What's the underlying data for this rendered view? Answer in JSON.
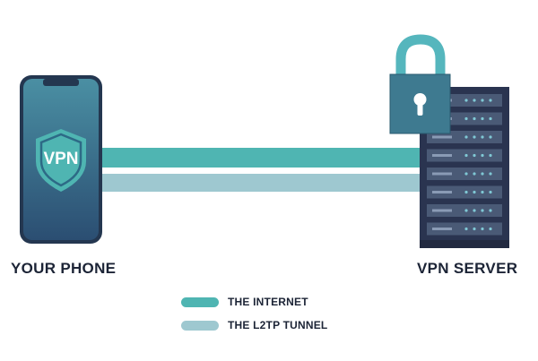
{
  "phone": {
    "shield_text": "VPN",
    "caption": "YOUR PHONE"
  },
  "server": {
    "caption": "VPN SERVER"
  },
  "legend": {
    "items": [
      {
        "label": "THE INTERNET",
        "color": "#4fb5b2"
      },
      {
        "label": "THE L2TP TUNNEL",
        "color": "#9ec8d0"
      }
    ]
  },
  "colors": {
    "internet": "#4fb5b2",
    "tunnel": "#9ec8d0",
    "phone_body": "#2d5a7a",
    "phone_frame": "#243750",
    "shield": "#4fb5b2",
    "lock_shackle": "#55b6bd",
    "lock_body": "#3e7a90",
    "server_body": "#2a3450",
    "server_slot": "#4a5a76",
    "server_led": "#7fc8d4",
    "caption_text": "#1c2436"
  },
  "icons": {
    "phone": "smartphone-icon",
    "shield": "shield-icon",
    "lock": "padlock-icon",
    "server": "server-rack-icon"
  }
}
